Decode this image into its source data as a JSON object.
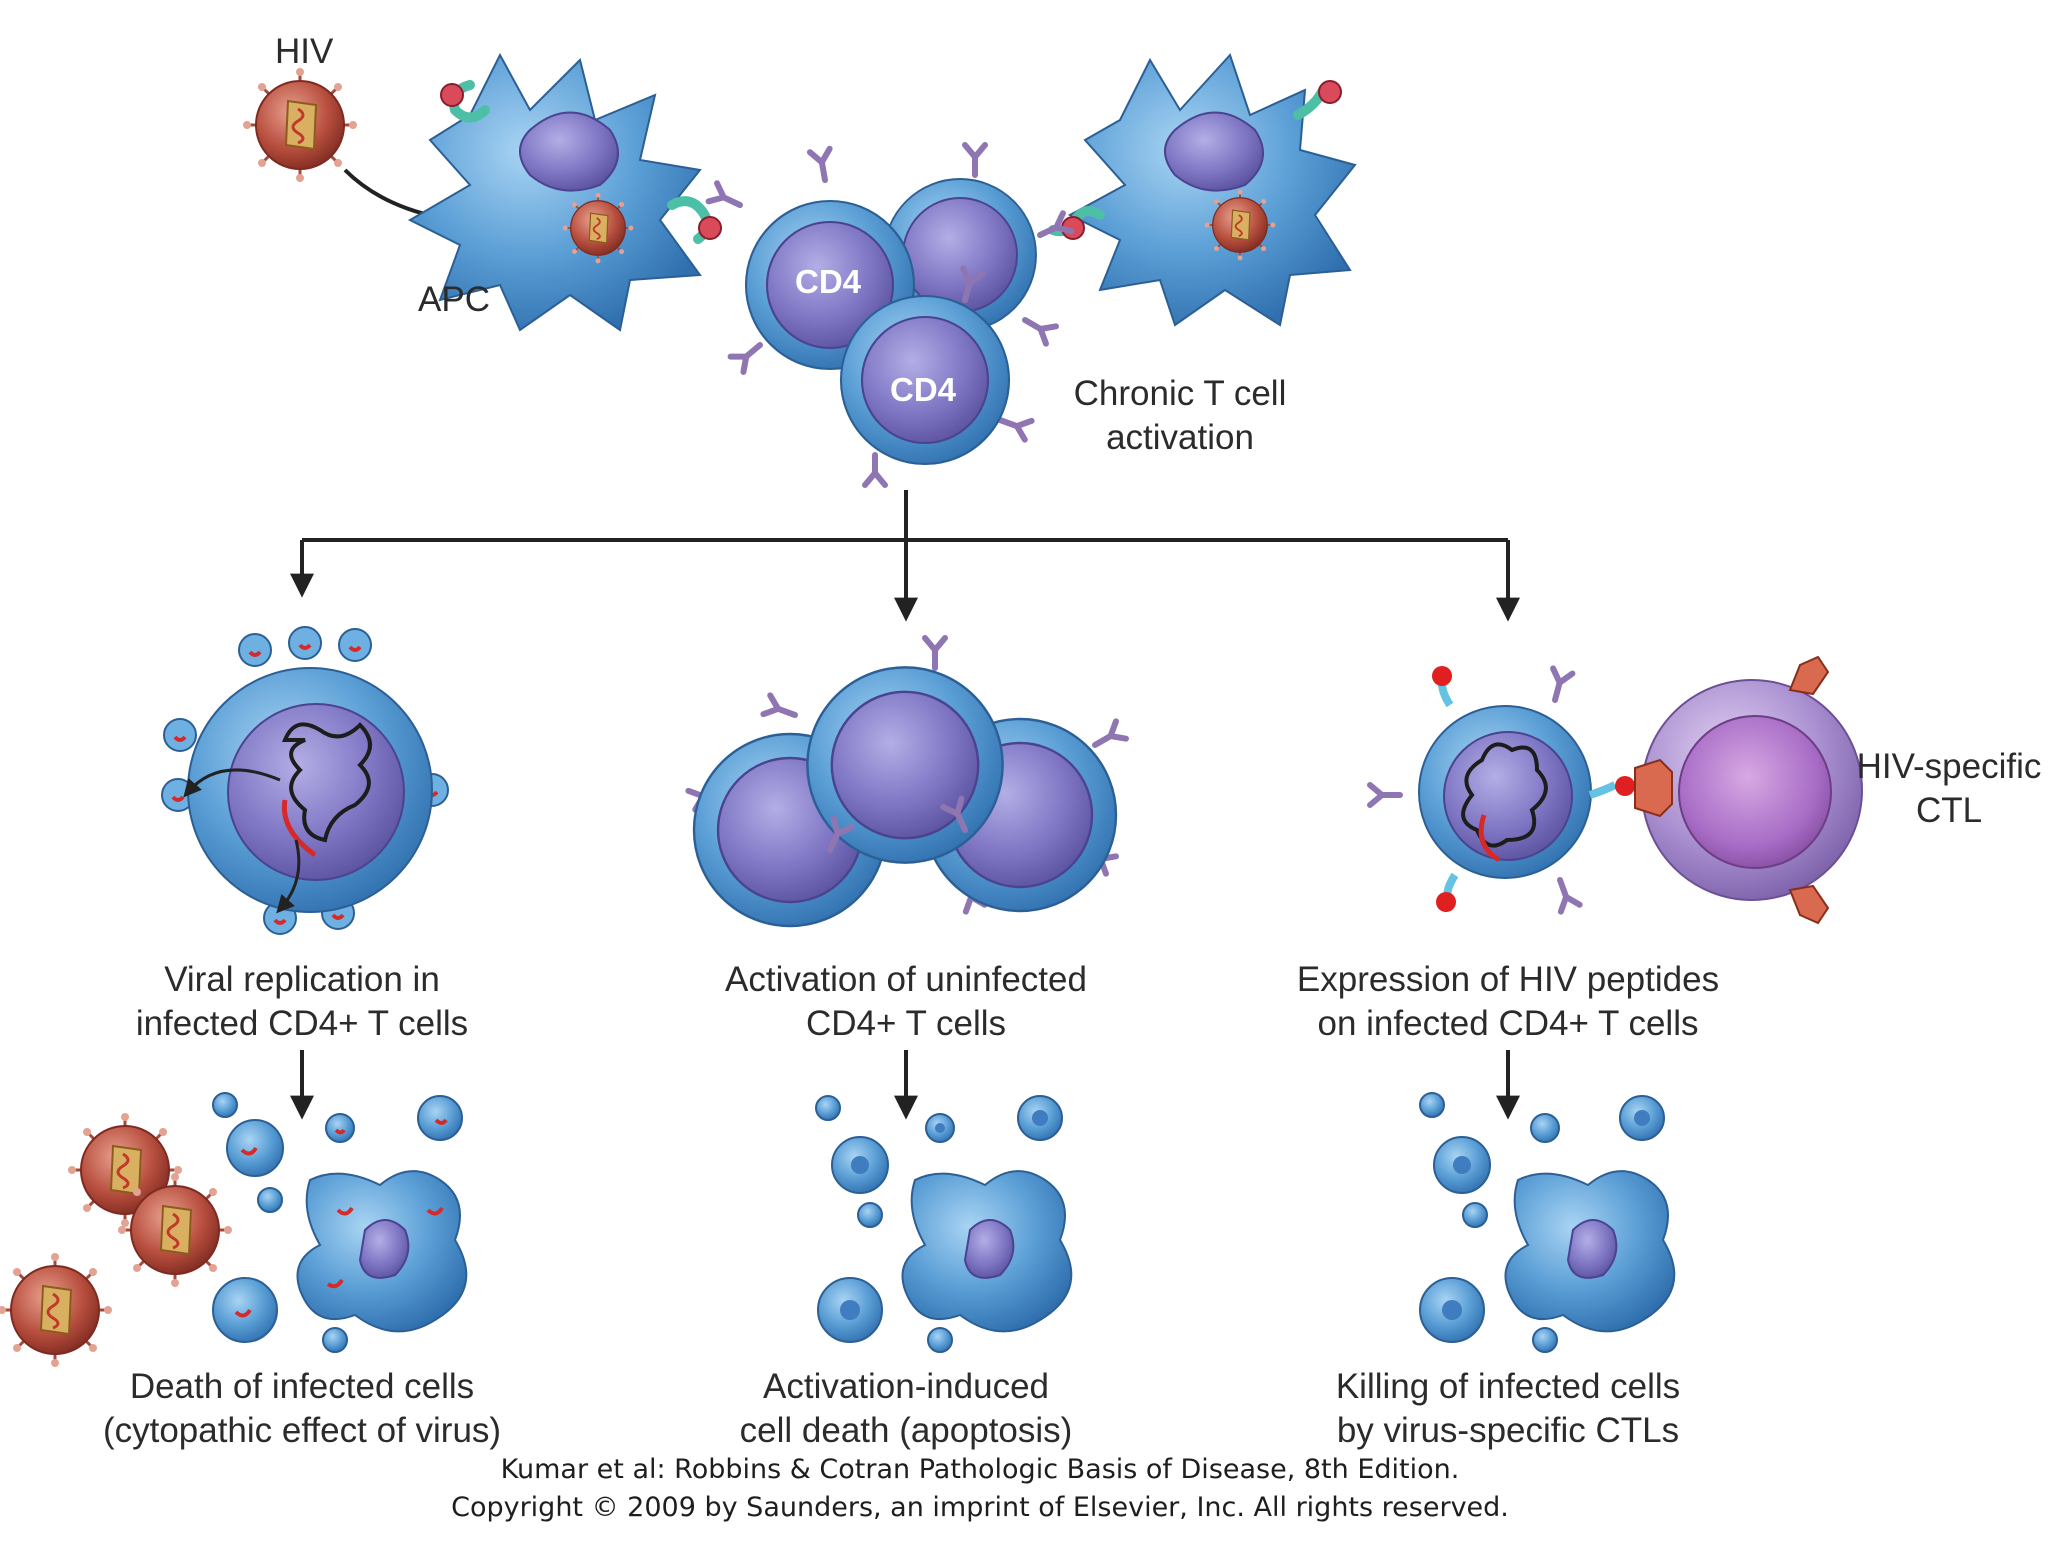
{
  "labels": {
    "hiv": "HIV",
    "apc": "APC",
    "cd4_a": "CD4",
    "cd4_b": "CD4",
    "chronic_line1": "Chronic T cell",
    "chronic_line2": "activation",
    "ctl_line1": "HIV-specific",
    "ctl_line2": "CTL"
  },
  "pathways": [
    {
      "title_line1": "Viral replication in",
      "title_line2": "infected CD4+ T cells",
      "outcome_line1": "Death of infected cells",
      "outcome_line2": "(cytopathic effect of virus)"
    },
    {
      "title_line1": "Activation of uninfected",
      "title_line2": "CD4+ T cells",
      "outcome_line1": "Activation-induced",
      "outcome_line2": "cell death (apoptosis)"
    },
    {
      "title_line1": "Expression of HIV peptides",
      "title_line2": "on infected CD4+ T cells",
      "outcome_line1": "Killing of infected cells",
      "outcome_line2": "by virus-specific CTLs"
    }
  ],
  "credit": {
    "line1": "Kumar et al: Robbins & Cotran Pathologic Basis of Disease, 8th Edition.",
    "line2": "Copyright © 2009 by Saunders, an imprint of Elsevier, Inc. All rights reserved."
  },
  "colors": {
    "cell_blue": "#5b9fd6",
    "nucleus_purple": "#7f76c4",
    "virus_red": "#c0392b",
    "ctl_purple": "#9b7cc0",
    "receptor_lilac": "#a68cc4"
  }
}
